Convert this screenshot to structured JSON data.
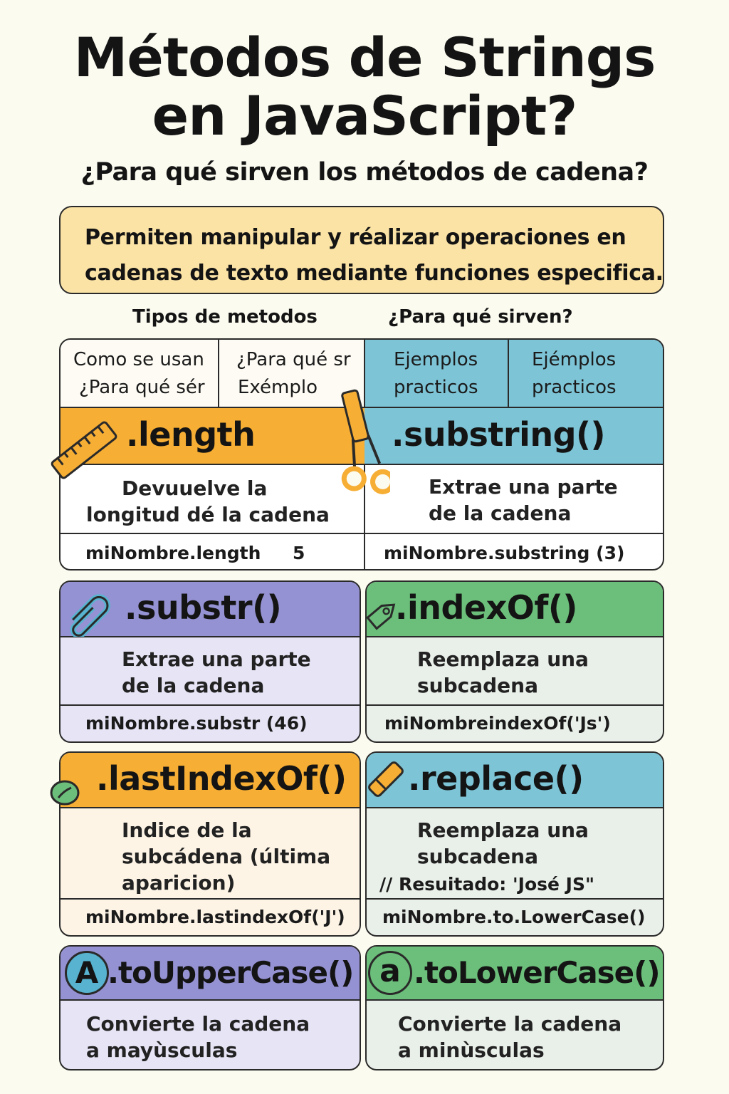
{
  "title": {
    "line1": "Métodos de Strings",
    "line2": "en JavaScript?"
  },
  "subtitle": "¿Para qué sirven los métodos de cadena?",
  "intro": {
    "line1": "Permiten manipular y réalizar operaciones en",
    "line2": "cadenas de texto mediante funciones especifica."
  },
  "columns": {
    "left": "Tipos de metodos",
    "right": "¿Para qué sirven?"
  },
  "table_header": {
    "c1_l1": "Como se usan",
    "c1_l2": "¿Para qué sér",
    "c2_l1": "¿Para qué sr",
    "c2_l2": "Exémplo",
    "c3_l1": "Ejemplos",
    "c3_l2": "practicos",
    "c4_l1": "Ejémplos",
    "c4_l2": "practicos"
  },
  "length": {
    "name": ".length",
    "desc1": "Devuuelve la",
    "desc2": "longitud dé la cadena",
    "code": "miNombre.length",
    "result": "5"
  },
  "substring": {
    "name": ".substring()",
    "desc1": "Extrae una parte",
    "desc2": "de la cadena",
    "code": "miNombre.substring (3)"
  },
  "substr": {
    "name": ".substr()",
    "desc1": "Extrae una parte",
    "desc2": "de la cadena",
    "code": "miNombre.substr (46)"
  },
  "indexOf": {
    "name": ".indexOf()",
    "desc1": "Reemplaza una",
    "desc2": "subcadena",
    "code": "miNombreindexOf('Js')"
  },
  "lastIndexOf": {
    "name": ".lastIndexOf()",
    "desc1": "Indice de la",
    "desc2": "subcádena (última",
    "desc3": "aparicion)",
    "code": "miNombre.lastindexOf('J')"
  },
  "replace": {
    "name": ".replace()",
    "desc1": "Reemplaza una",
    "desc2": "subcadena",
    "comment": "// Resuitado: 'José JS\"",
    "code": "miNombre.to.LowerCase()"
  },
  "toUpperCase": {
    "badge": "A",
    "name": ".toUpperCase()",
    "desc1": "Convierte la cadena",
    "desc2": "a mayùsculas"
  },
  "toLowerCase": {
    "badge": "a",
    "name": ".toLowerCase()",
    "desc1": "Convierte la cadena",
    "desc2": "a minùsculas"
  },
  "colors": {
    "background": "#fcfbf0",
    "orange": "#f6ae35",
    "blue": "#7dc4d6",
    "purple": "#9592d3",
    "purple_light": "#e6e4f5",
    "green": "#6cbf7b",
    "green_light": "#e9efe9",
    "cream": "#fdf4e6",
    "intro_yellow": "#fbe3a6"
  },
  "icons": [
    "ruler-icon",
    "scissors-icon",
    "paperclip-icon",
    "tag-icon",
    "leaf-icon",
    "eraser-icon"
  ]
}
